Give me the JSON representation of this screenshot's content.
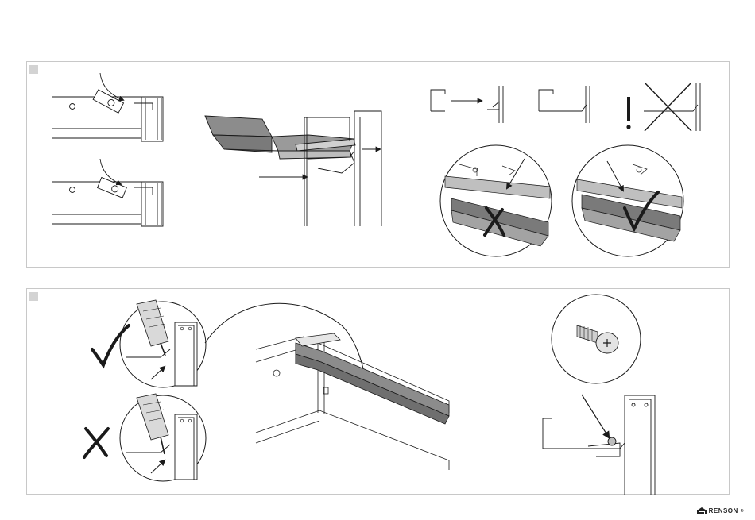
{
  "steps": [
    {
      "id": "step-1"
    },
    {
      "id": "step-2"
    }
  ],
  "brand": {
    "name": "RENSON",
    "trademark": "®",
    "icon": "renson-logo-icon"
  },
  "colors": {
    "line": "#1a1a1a",
    "profile_gray": "#8c8c8c",
    "profile_dark": "#6f6f6f",
    "panel_border": "#c8c8c8",
    "marker": "#d3d3d3"
  },
  "icons": [
    "curved-arrow-icon",
    "arrow-icon",
    "check-mark-icon",
    "cross-mark-icon",
    "exclamation-icon",
    "drill-icon",
    "screw-icon"
  ]
}
